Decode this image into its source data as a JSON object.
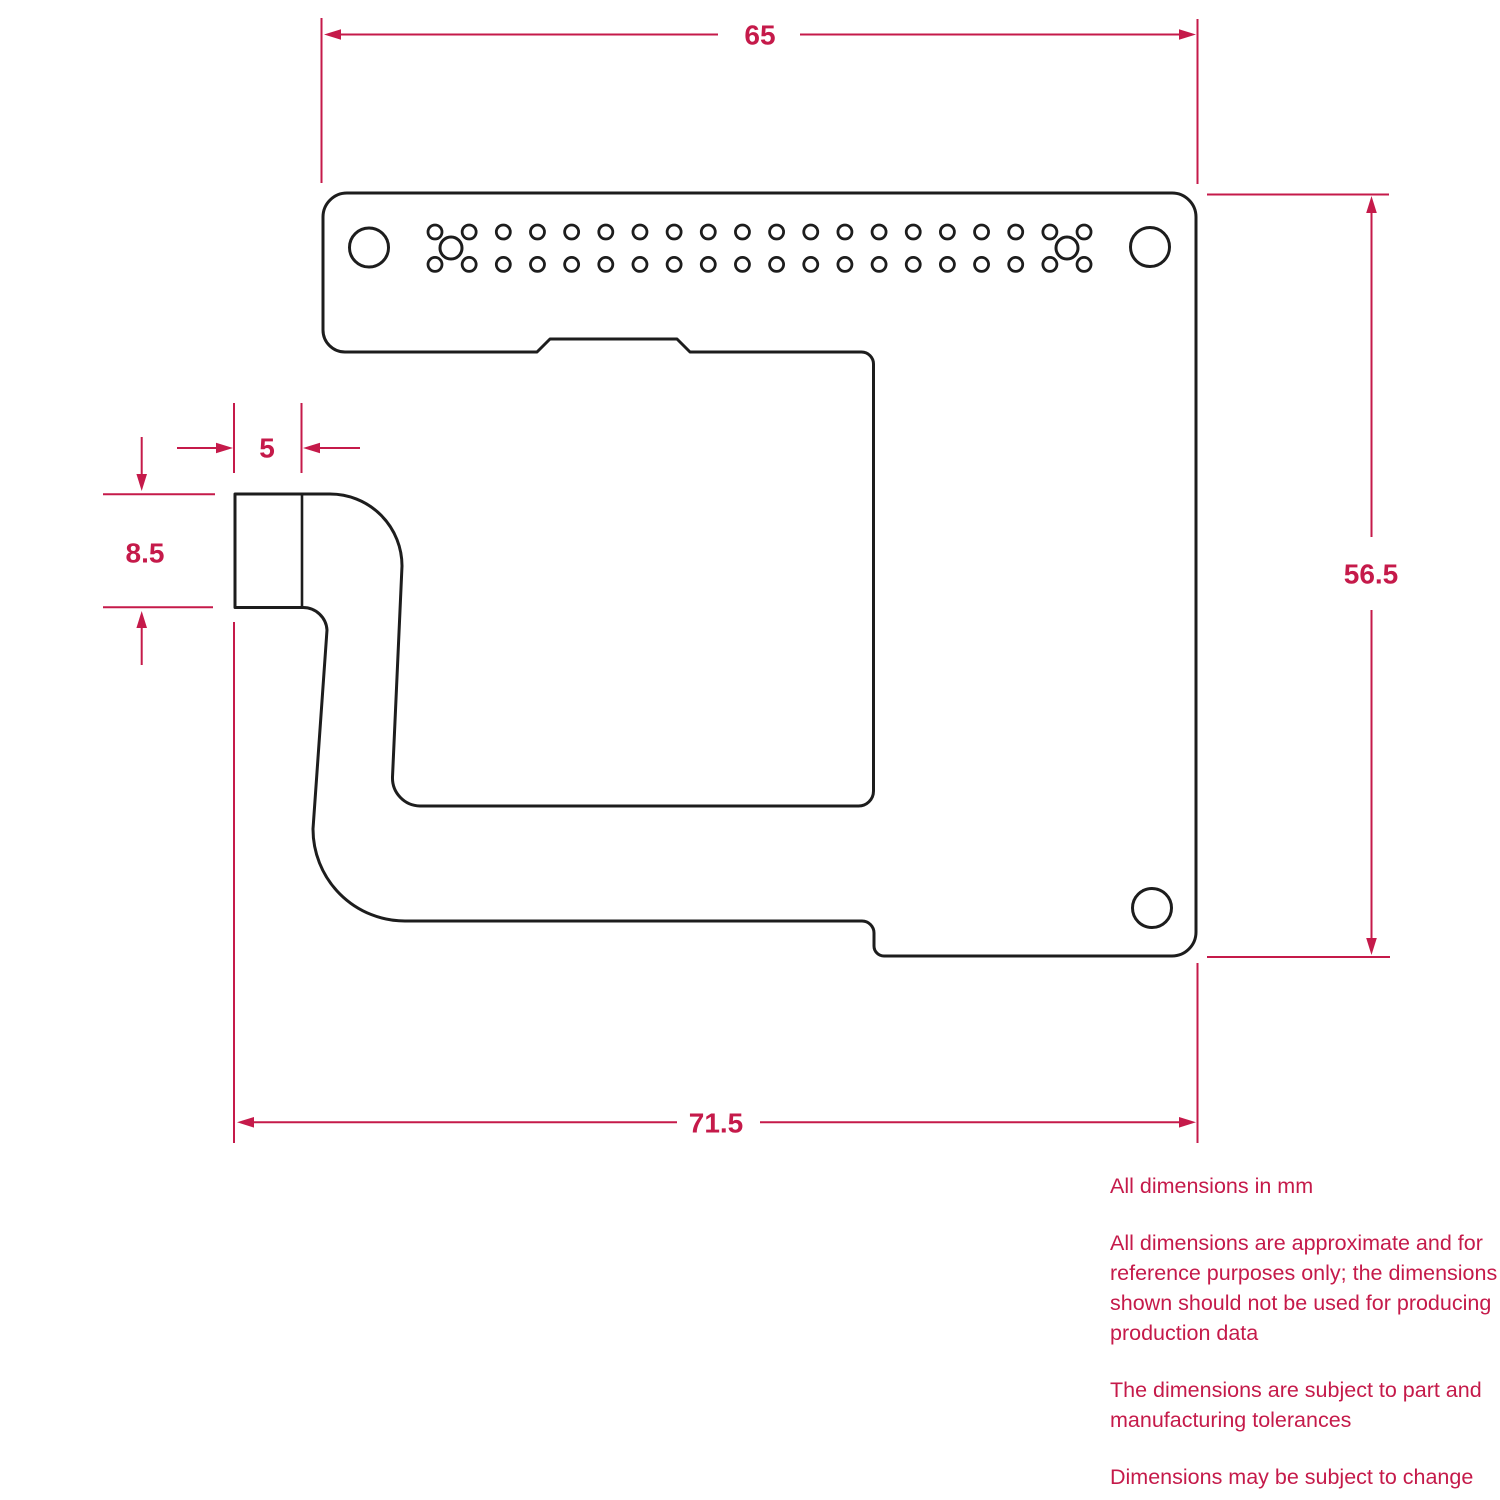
{
  "drawing": {
    "accent_color": "#c51a4a",
    "line_color": "#1d1d1d",
    "dimensions": {
      "header_width": "65",
      "tab_width": "5",
      "tab_height": "8.5",
      "board_height": "56.5",
      "overall_width": "71.5"
    },
    "notes": {
      "p1": "All dimensions in mm",
      "p2_lines": [
        "All dimensions are approximate and for",
        "reference purposes only; the dimensions",
        "shown should not be used for producing",
        "production data"
      ],
      "p3_lines": [
        "The dimensions are subject to part and",
        "manufacturing tolerances"
      ],
      "p4": "Dimensions may be subject to change"
    }
  }
}
